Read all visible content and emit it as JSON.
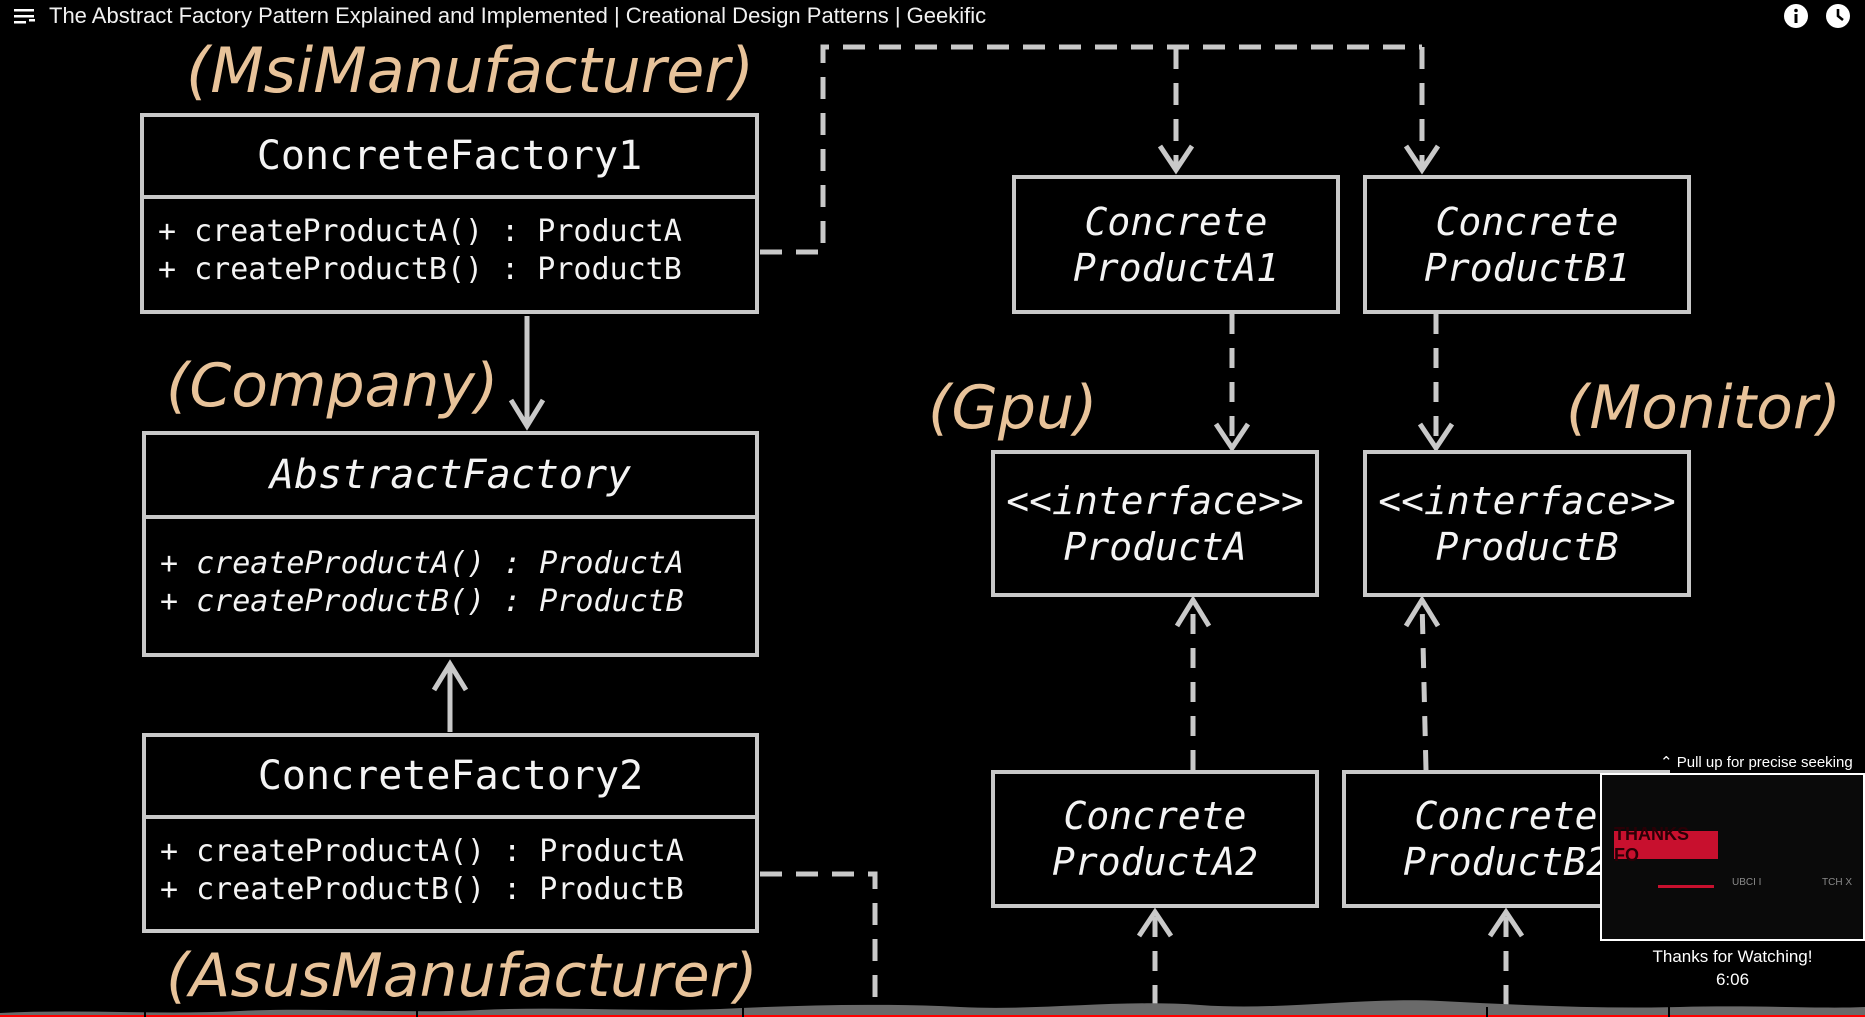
{
  "header": {
    "video_title": "The Abstract Factory Pattern Explained and Implemented | Creational Design Patterns | Geekific",
    "menu_icon": "playlist-menu-icon",
    "info_icon": "info-icon",
    "clock_icon": "watch-later-clock-icon"
  },
  "diagram": {
    "labels": {
      "msi": "(MsiManufacturer)",
      "company": "(Company)",
      "asus": "(AsusManufacturer)",
      "gpu": "(Gpu)",
      "monitor": "(Monitor)"
    },
    "concrete_factory1": {
      "name": "ConcreteFactory1",
      "methods": [
        "+ createProductA() : ProductA",
        "+ createProductB() : ProductB"
      ]
    },
    "abstract_factory": {
      "name": "AbstractFactory",
      "methods": [
        "+ createProductA() : ProductA",
        "+ createProductB() : ProductB"
      ]
    },
    "concrete_factory2": {
      "name": "ConcreteFactory2",
      "methods": [
        "+ createProductA() : ProductA",
        "+ createProductB() : ProductB"
      ]
    },
    "products": {
      "concrete_a1": {
        "line1": "Concrete",
        "line2": "ProductA1"
      },
      "concrete_b1": {
        "line1": "Concrete",
        "line2": "ProductB1"
      },
      "product_a": {
        "line1": "<<interface>>",
        "line2": "ProductA"
      },
      "product_b": {
        "line1": "<<interface>>",
        "line2": "ProductB"
      },
      "concrete_a2": {
        "line1": "Concrete",
        "line2": "ProductA2"
      },
      "concrete_b2": {
        "line1": "Concrete",
        "line2": "ProductB2"
      }
    },
    "colors": {
      "box": "#c9c9c9",
      "label": "#e8c39a",
      "text": "#f4f4f4"
    }
  },
  "player": {
    "seek_hint": "Pull up for precise seeking",
    "thumbnail_badge": "THANKS FO",
    "thumbnail_text1": "UBCI I",
    "thumbnail_text2": "TCH X",
    "thumbnail_caption": "Thanks for Watching!",
    "thumbnail_time": "6:06",
    "progress_accent": "#ff0000"
  }
}
